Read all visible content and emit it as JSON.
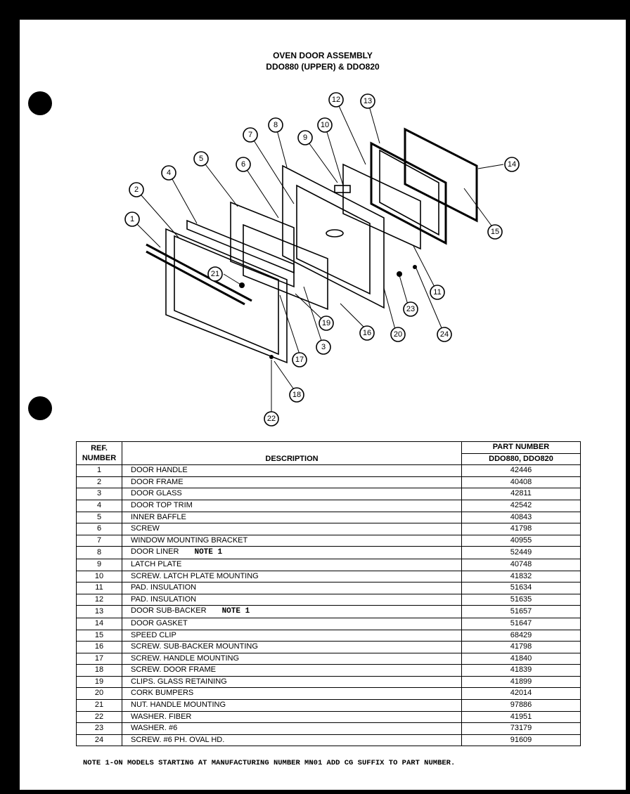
{
  "title": {
    "line1": "OVEN DOOR ASSEMBLY",
    "line2": "DDO880 (UPPER) & DDO820"
  },
  "diagram": {
    "callouts": [
      "1",
      "2",
      "3",
      "4",
      "5",
      "6",
      "7",
      "8",
      "9",
      "10",
      "11",
      "12",
      "13",
      "14",
      "15",
      "16",
      "17",
      "18",
      "19",
      "20",
      "21",
      "22",
      "23",
      "24"
    ]
  },
  "table": {
    "headers": {
      "ref": "REF. NUMBER",
      "description": "DESCRIPTION",
      "part_number": "PART NUMBER",
      "models": "DDO880, DDO820"
    },
    "rows": [
      {
        "ref": "1",
        "description": "DOOR HANDLE",
        "note": "",
        "part_number": "42446"
      },
      {
        "ref": "2",
        "description": "DOOR FRAME",
        "note": "",
        "part_number": "40408"
      },
      {
        "ref": "3",
        "description": "DOOR GLASS",
        "note": "",
        "part_number": "42811"
      },
      {
        "ref": "4",
        "description": "DOOR TOP TRIM",
        "note": "",
        "part_number": "42542"
      },
      {
        "ref": "5",
        "description": "INNER BAFFLE",
        "note": "",
        "part_number": "40843"
      },
      {
        "ref": "6",
        "description": "SCREW",
        "note": "",
        "part_number": "41798"
      },
      {
        "ref": "7",
        "description": "WINDOW MOUNTING BRACKET",
        "note": "",
        "part_number": "40955"
      },
      {
        "ref": "8",
        "description": "DOOR LINER",
        "note": "NOTE 1",
        "part_number": "52449"
      },
      {
        "ref": "9",
        "description": "LATCH PLATE",
        "note": "",
        "part_number": "40748"
      },
      {
        "ref": "10",
        "description": "SCREW. LATCH PLATE MOUNTING",
        "note": "",
        "part_number": "41832"
      },
      {
        "ref": "11",
        "description": "PAD. INSULATION",
        "note": "",
        "part_number": "51634"
      },
      {
        "ref": "12",
        "description": "PAD. INSULATION",
        "note": "",
        "part_number": "51635"
      },
      {
        "ref": "13",
        "description": "DOOR SUB-BACKER",
        "note": "NOTE 1",
        "part_number": "51657"
      },
      {
        "ref": "14",
        "description": "DOOR GASKET",
        "note": "",
        "part_number": "51647"
      },
      {
        "ref": "15",
        "description": "SPEED CLIP",
        "note": "",
        "part_number": "68429"
      },
      {
        "ref": "16",
        "description": "SCREW. SUB-BACKER MOUNTING",
        "note": "",
        "part_number": "41798"
      },
      {
        "ref": "17",
        "description": "SCREW. HANDLE MOUNTING",
        "note": "",
        "part_number": "41840"
      },
      {
        "ref": "18",
        "description": "SCREW. DOOR FRAME",
        "note": "",
        "part_number": "41839"
      },
      {
        "ref": "19",
        "description": "CLIPS. GLASS RETAINING",
        "note": "",
        "part_number": "41899"
      },
      {
        "ref": "20",
        "description": "CORK BUMPERS",
        "note": "",
        "part_number": "42014"
      },
      {
        "ref": "21",
        "description": "NUT. HANDLE MOUNTING",
        "note": "",
        "part_number": "97886"
      },
      {
        "ref": "22",
        "description": "WASHER. FIBER",
        "note": "",
        "part_number": "41951"
      },
      {
        "ref": "23",
        "description": "WASHER. #6",
        "note": "",
        "part_number": "73179"
      },
      {
        "ref": "24",
        "description": "SCREW. #6 PH. OVAL HD.",
        "note": "",
        "part_number": "91609"
      }
    ]
  },
  "footnote": "NOTE 1-ON MODELS STARTING AT MANUFACTURING NUMBER MN01 ADD CG SUFFIX TO PART NUMBER."
}
